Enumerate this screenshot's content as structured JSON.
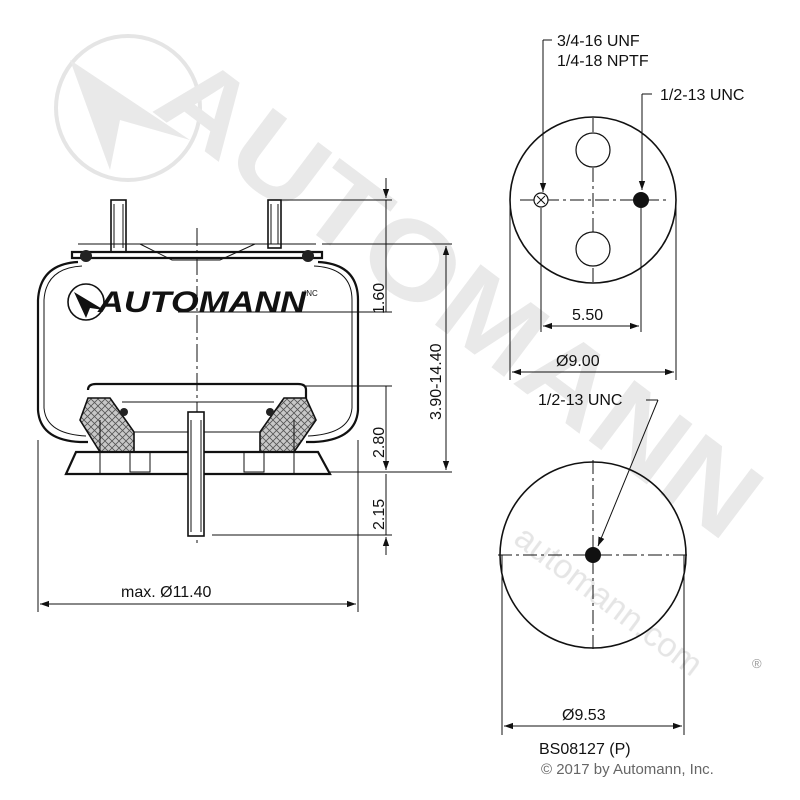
{
  "brand": {
    "logo_text": "AUTOMANN",
    "logo_suffix": "INC",
    "watermark_text": "AUTOMANN",
    "watermark_url": "automann.com"
  },
  "side_view": {
    "dim_top_height": "1.60",
    "dim_overall_height": "3.90-14.40",
    "dim_piston_height": "2.80",
    "dim_stud_length": "2.15",
    "dim_max_diameter": "max. Ø11.40"
  },
  "top_view": {
    "port_label_1": "3/4-16 UNF",
    "port_label_2": "1/4-18 NPTF",
    "stud_label": "1/2-13 UNC",
    "dim_stud_spacing": "5.50",
    "dim_diameter": "Ø9.00"
  },
  "bottom_view": {
    "stud_label": "1/2-13 UNC",
    "dim_diameter": "Ø9.53"
  },
  "part_number": "BS08127 (P)",
  "copyright": "© 2017 by Automann, Inc."
}
